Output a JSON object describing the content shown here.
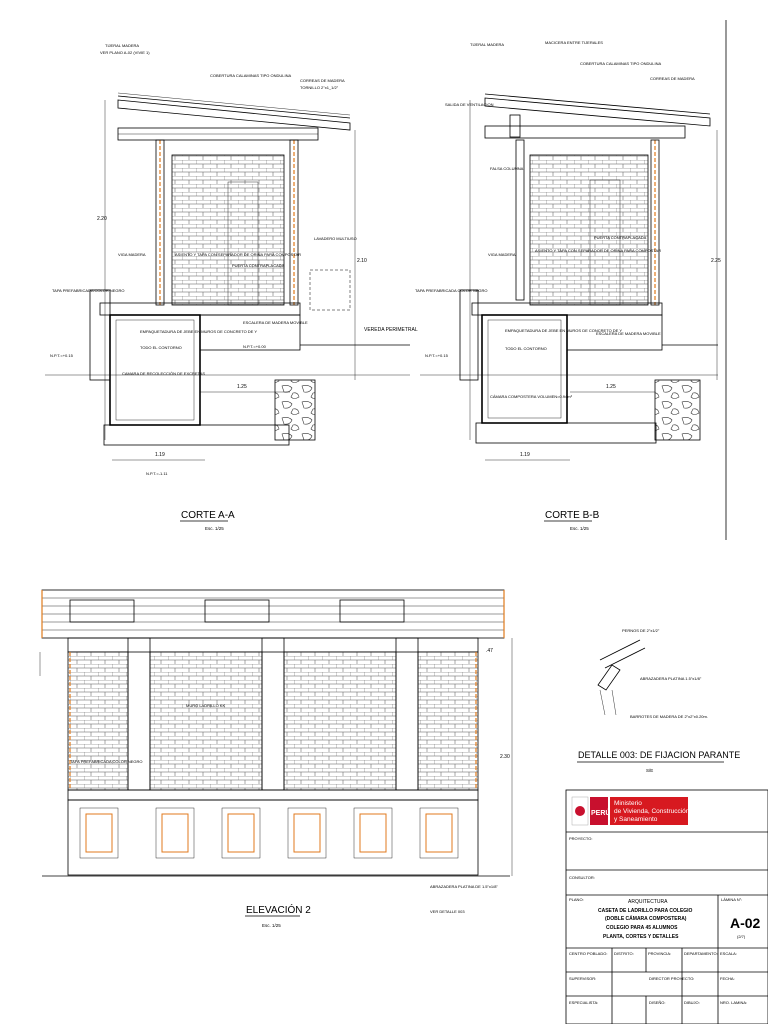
{
  "sections": {
    "a": {
      "title": "CORTE  A-A",
      "scale": "Esc.  1/25"
    },
    "b": {
      "title": "CORTE  B-B",
      "scale": "Esc.  1/25"
    }
  },
  "elevation": {
    "title": "ELEVACIÓN 2",
    "scale": "Esc.  1/25"
  },
  "detail": {
    "title": "DETALLE 003: DE FIJACION PARANTE",
    "scale": "S/E"
  },
  "labels": {
    "a_tijeral": "TIJERAL MADERA",
    "a_ver_plano": "VER PLANO A-02 (VIVIE 1)",
    "a_cobertura": "COBERTURA CALAMINAS TIPO ONDULINA",
    "a_correas": "CORREAS DE MADERA",
    "a_correas_spec": "TORNILLO 2\"x1_1/2\"",
    "a_viga": "VIGA MADERA",
    "a_asiento": "ASIENTO Y TAPA CON SEPARADOR DE ORINA PARA COMPOSTAR",
    "a_puerta": "PUERTA CONTRAPLACADA",
    "a_lavadero": "LAVADERO MULTIUSO",
    "a_tapa": "TAPA PREFABRICADA COLOR NEGRO",
    "a_empaquetadura": "EMPAQUETADURA DE JEBE EN MUROS DE CONCRETO DE Y",
    "a_todo": "TODO EL CONTORNO",
    "a_escalera": "ESCALERA DE MADERA MOVIBLE",
    "a_camara": "CAMARA DE RECOLECCIÓN DE EXCRETAS",
    "a_vereda": "VEREDA PERIMETRAL",
    "a_npt1": "N.P.T.=+0.15",
    "a_npt2": "N.P.T.=+0.00",
    "a_npt3": "N.P.T.=-1.11",
    "a_dim_125": "1.25",
    "a_dim_119": "1.19",
    "a_dim_220": "2.20",
    "a_dim_210": "2.10",
    "b_tijeral": "TIJERAL MADERA",
    "b_macicera": "MACICERA ENTRE TIJERALES",
    "b_cobertura": "COBERTURA CALAMINAS TIPO ONDULINA",
    "b_correas": "CORREAS DE MADERA",
    "b_salida": "SALIDA DE VENTILACION",
    "b_falsa": "FALSA COLUMNA",
    "b_viga": "VIGA MADERA",
    "b_asiento": "ASIENTO Y TAPA CON SEPARADOR DE ORINA PARA COMPOSTAR",
    "b_puerta": "PUERTA CONTRAPLACADA",
    "b_tapa": "TAPA PREFABRICADA COLOR NEGRO",
    "b_empaquetadura": "EMPAQUETADURA DE JEBE EN MUROS DE CONCRETO DE Y",
    "b_todo": "TODO EL CONTORNO",
    "b_escalera": "ESCALERA DE MADERA MOVIBLE",
    "b_camara": "CÁMARA COMPOSTERA VOLUMEN=0.94m³",
    "b_npt": "N.P.T.=+0.15",
    "b_dim_125": "1.25",
    "b_dim_119": "1.19",
    "b_dim_225": "2.25",
    "e_tapa": "TAPA PREFABRICADA COLOR NEGRO",
    "e_muro": "MURO LADRILLO KK",
    "e_abrazadera": "ABRAZADERA PLATINA DE 1.5\"x1/8\"",
    "e_ver": "VER DETALLE 003",
    "e_dim_230": "2.30",
    "e_dim_47": ".47",
    "d_pernos": "PERNOS DE 2\"x1/2\"",
    "d_abrazadera": "ABRAZADERA PLATINA 1.5\"x1/8\"",
    "d_barrotes": "BARROTES DE MADERA DE 2\"x2\"x0.20m."
  },
  "title_block": {
    "logo_word": "PERÚ",
    "ministry_1": "Ministerio",
    "ministry_2": "de Vivienda, Construcción",
    "ministry_3": "y Saneamiento",
    "proyecto_label": "PROYECTO:",
    "consultor_label": "CONSULTOR:",
    "plano_label": "PLANO:",
    "discipline": "ARQUITECTURA",
    "desc_1": "CASETA DE LADRILLO PARA COLEGIO",
    "desc_2": "(DOBLE CÁMARA COMPOSTERA)",
    "desc_3": "COLEGIO PARA 45 ALUMNOS",
    "desc_4": "PLANTA, CORTES Y DETALLES",
    "lamina_label": "LÁMINA N°:",
    "lamina_value": "A-02",
    "lamina_sub": "(2/7)",
    "centro_poblado": "CENTRO POBLADO:",
    "distrito": "DISTRITO:",
    "provincia": "PROVINCIA:",
    "departamento": "DEPARTAMENTO:",
    "escala": "ESCALA:",
    "supervisor": "SUPERVISOR:",
    "director": "DIRECTOR PROYECTO:",
    "fecha": "FECHA:",
    "especialista": "ESPECIALISTA:",
    "disenio": "DISEÑO:",
    "dibujo": "DIBUJO:",
    "nro_lamina": "NRO. LAMINA:"
  },
  "colors": {
    "peru_red": "#c8102e",
    "ministry_red": "#d71920",
    "orange_accent": "#e07a1c"
  }
}
